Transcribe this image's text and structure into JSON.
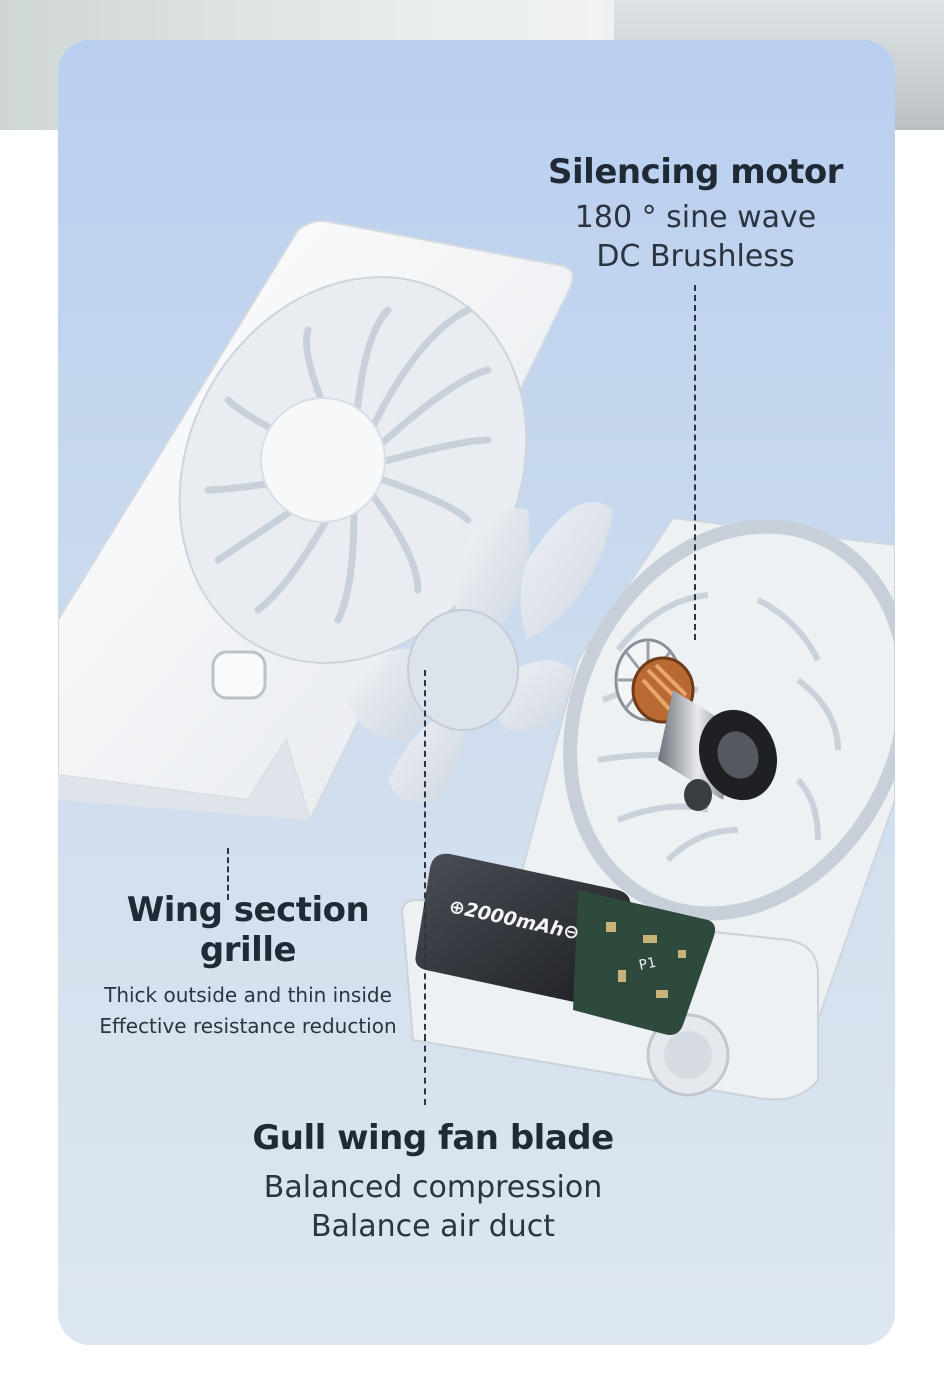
{
  "labels": {
    "silencing_motor": {
      "title": "Silencing motor",
      "line1": "180 ° sine wave",
      "line2": "DC Brushless"
    },
    "wing_grille": {
      "title": "Wing section grille",
      "line1": "Thick outside and thin inside",
      "line2": "Effective resistance reduction"
    },
    "gull_blade": {
      "title": "Gull wing fan blade",
      "line1": "Balanced compression",
      "line2": "Balance air duct"
    }
  },
  "battery": {
    "capacity": "2000mAh",
    "board_marking": "P1"
  },
  "colors": {
    "background_top": "#b9cff0",
    "background_bottom": "#dde6f1",
    "text": "#1f2a36",
    "fan_body": "#f4f6f8",
    "battery_body": "#2a2d33"
  }
}
